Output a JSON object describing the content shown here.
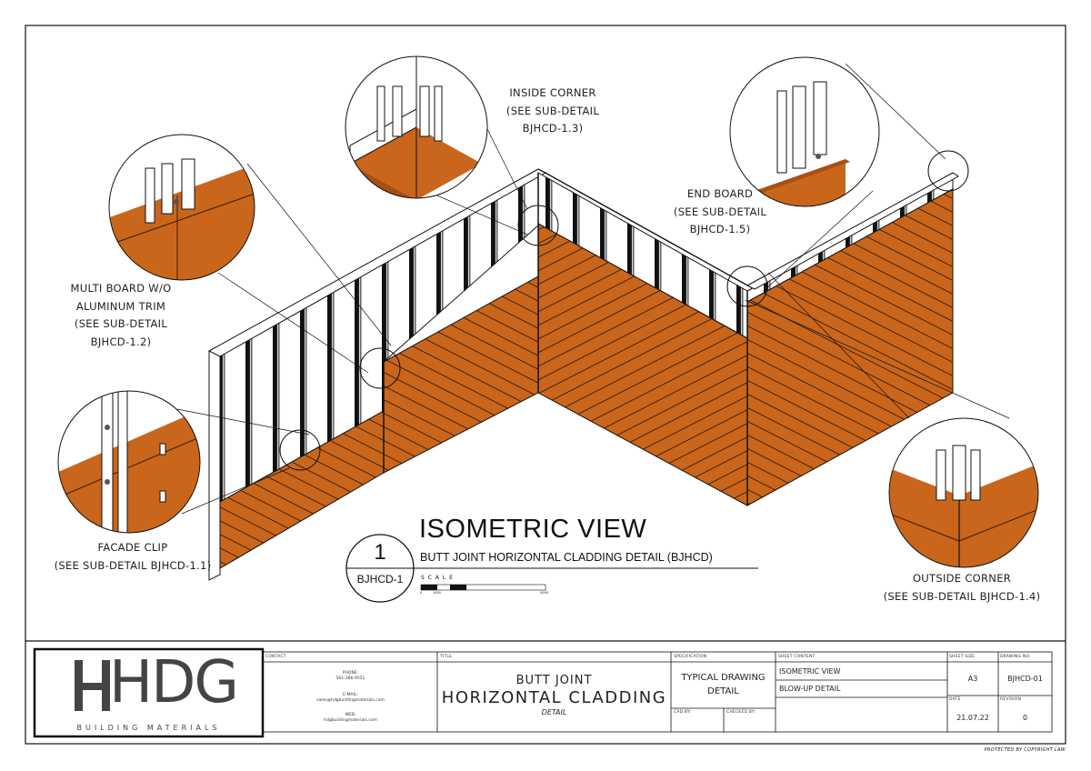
{
  "drawing": {
    "title": "ISOMETRIC VIEW",
    "detail_number": "1",
    "detail_ref": "BJHCD-1",
    "subtitle": "BUTT JOINT HORIZONTAL CLADDING DETAIL (BJHCD)",
    "scale_label": "S C A L E",
    "scale_ticks": [
      "0",
      "1000",
      "5000"
    ]
  },
  "callouts": {
    "inside_corner": "INSIDE CORNER\n(SEE SUB-DETAIL\nBJHCD-1.3)",
    "end_board": "END BOARD\n(SEE SUB-DETAIL\nBJHCD-1.5)",
    "multi_board": "MULTI BOARD W/O\nALUMINUM TRIM\n(SEE SUB-DETAIL\nBJHCD-1.2)",
    "facade_clip": "FACADE CLIP\n(SEE SUB-DETAIL BJHCD-1.1)",
    "outside_corner": "OUTSIDE CORNER\n(SEE SUB-DETAIL BJHCD-1.4)"
  },
  "titleblock": {
    "logo_text": "HDG",
    "logo_tagline": "BUILDING MATERIALS",
    "contact_label": "CONTACT",
    "phone_label": "PHONE:",
    "phone": "561-366-9551",
    "email_label": "E-MAIL:",
    "email": "sales@hdgbuildingmaterials.com",
    "web_label": "WEB:",
    "web": "hdgbuildingmaterials.com",
    "title_label": "TITLE",
    "title_line1": "BUTT JOINT",
    "title_line2": "HORIZONTAL CLADDING",
    "title_line3": "DETAIL",
    "spec_label": "SPECIFICATION",
    "spec_line1": "TYPICAL DRAWING",
    "spec_line2": "DETAIL",
    "cad_label": "CAD BY:",
    "checked_label": "CHECKED BY:",
    "sheet_content_label": "SHEET CONTENT",
    "sheet_content_1": "ISOMETRIC VIEW",
    "sheet_content_2": "BLOW-UP DETAIL",
    "sheet_size_label": "SHEET SIZE",
    "sheet_size": "A3",
    "drawing_no_label": "DRAWING NO.",
    "drawing_no": "BJHCD-01",
    "date_label": "DATE",
    "date": "21.07.22",
    "revision_label": "REVISION",
    "revision": "0",
    "copyright": "PROTECTED BY COPYRIGHT LAW"
  },
  "colors": {
    "board": "#c9661c",
    "board_dark": "#a84f12",
    "line": "#111111"
  }
}
